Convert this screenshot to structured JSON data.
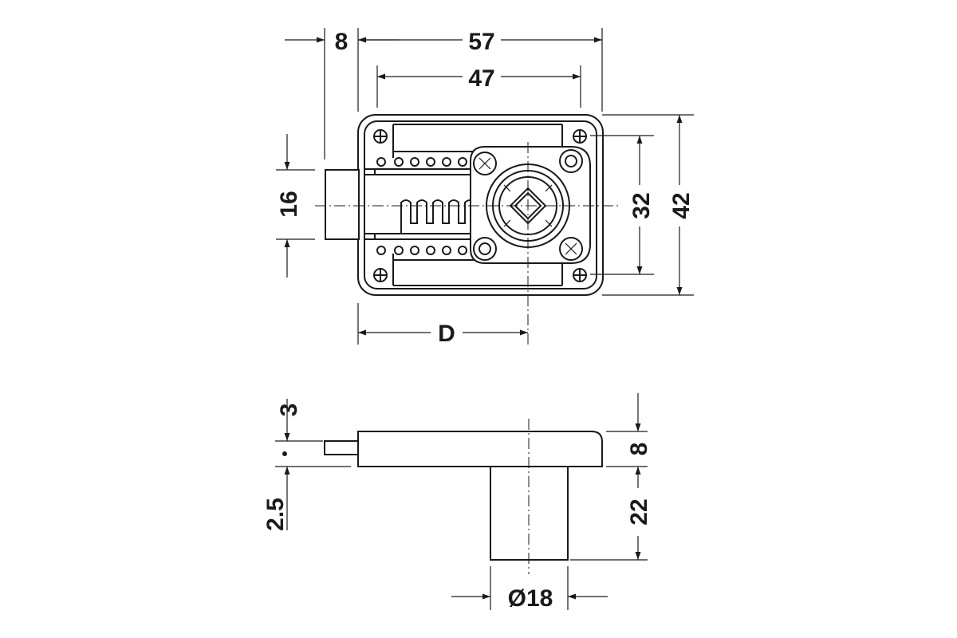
{
  "dimensions": {
    "top": {
      "d8": "8",
      "d57": "57",
      "d47": "47",
      "d16": "16",
      "d32": "32",
      "d42": "42",
      "dD": "D"
    },
    "side": {
      "d3": "3",
      "d2_5": "2.5",
      "d8": "8",
      "d22": "22",
      "dDia": "Ø18"
    }
  },
  "colors": {
    "line": "#1a1a1a",
    "background": "#ffffff"
  }
}
